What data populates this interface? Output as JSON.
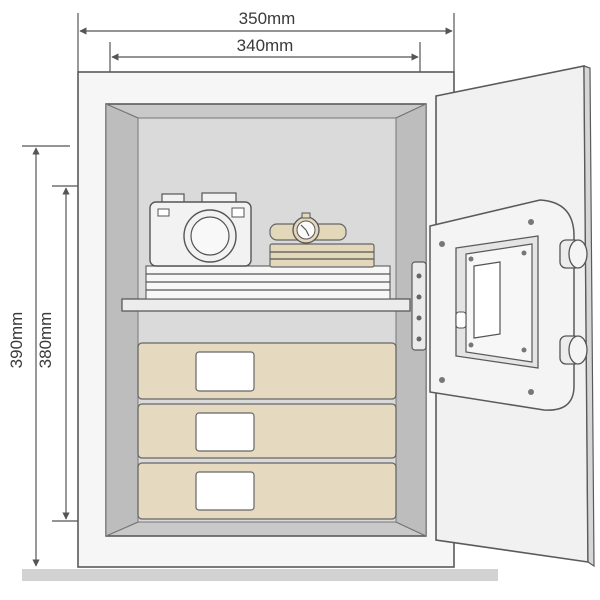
{
  "dimensions": {
    "width_outer": "350mm",
    "width_inner": "340mm",
    "height_outer": "390mm",
    "height_inner": "380mm"
  },
  "colors": {
    "safe_body": "#f6f6f6",
    "interior": "#dadada",
    "interior_wall": "#c9c9c9",
    "drawer": "#e5dac0",
    "drawer_label": "#ffffff",
    "floor": "#d2d2d2",
    "door": "#f1f1f1"
  },
  "icons": [
    "camera-icon",
    "wristwatch-icon",
    "books-icon",
    "keypad-lock-icon",
    "hinge-icon"
  ]
}
